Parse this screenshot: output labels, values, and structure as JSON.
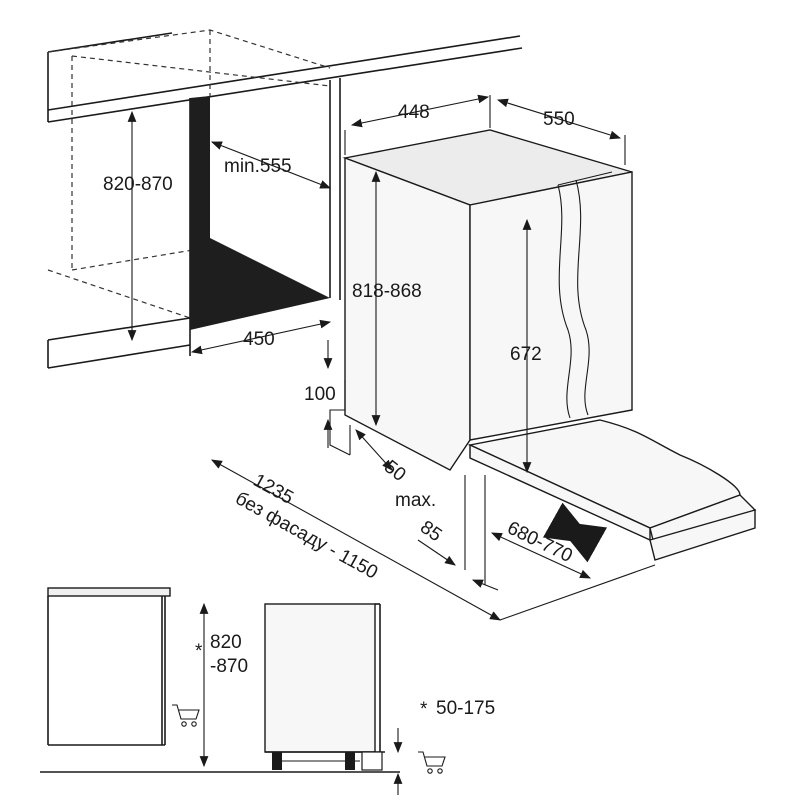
{
  "dimensions": {
    "cabinet_height": "820-870",
    "niche_depth_min": "min.555",
    "niche_width": "450",
    "appliance_width": "448",
    "appliance_depth": "550",
    "appliance_height": "818-868",
    "door_height": "672",
    "plinth_height": "100",
    "plinth_depth": "50",
    "door_opening": "1235",
    "without_front": "без фасаду - 1150",
    "max_label": "max.",
    "max_value": "85",
    "door_travel": "680-770"
  },
  "side_view": {
    "height_top": "820",
    "height_bottom": "-870",
    "star_left": "*",
    "star_right": "*",
    "feet_adjust": "50-175"
  },
  "icons": [
    "double-arrow-icon",
    "cart-icon"
  ]
}
